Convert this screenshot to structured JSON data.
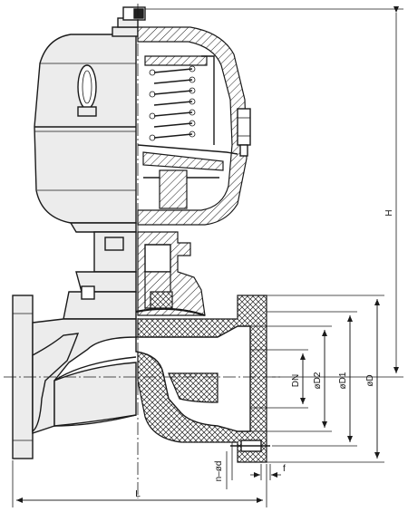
{
  "labels": {
    "h": "H",
    "l": "L",
    "dn": "DN",
    "d2": "øD2",
    "d1": "øD1",
    "d": "øD",
    "bolt_holes": "n–ød",
    "f": "f"
  }
}
